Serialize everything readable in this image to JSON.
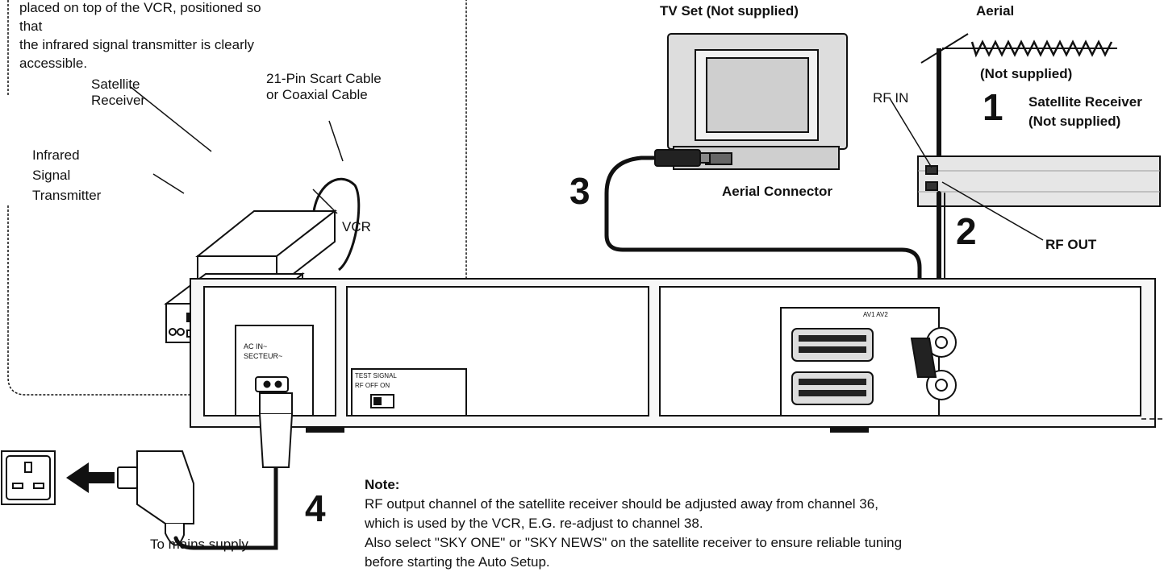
{
  "inset": {
    "text_lines": [
      "placed on top of the VCR, positioned so that",
      "the infrared signal transmitter is clearly",
      "accessible."
    ],
    "labels": {
      "satellite_receiver": [
        "Satellite",
        "Receiver"
      ],
      "cable": [
        "21-Pin Scart Cable",
        "or Coaxial Cable"
      ],
      "infrared": [
        "Infrared",
        "Signal",
        "Transmitter"
      ],
      "vcr": "VCR"
    }
  },
  "labels": {
    "tv_set": "TV Set (Not supplied)",
    "aerial": "Aerial",
    "not_supplied": "(Not supplied)",
    "rf_in": "RF IN",
    "satellite_receiver": [
      "Satellite Receiver",
      "(Not supplied)"
    ],
    "aerial_connector": "Aerial Connector",
    "rf_out": "RF OUT",
    "to_mains": "To mains supply"
  },
  "panel_labels": {
    "ac_in": "AC IN~",
    "secteur": "SECTEUR~",
    "test_signal": "TEST SIGNAL",
    "rf_off_on": "RF OFF   ON",
    "av": "AV1   AV2"
  },
  "steps": [
    "1",
    "2",
    "3",
    "4"
  ],
  "note": {
    "heading": "Note:",
    "lines": [
      "RF output channel of the satellite receiver should be adjusted away from channel 36,",
      "which is used by the VCR, E.G. re-adjust to channel 38.",
      "Also select \"SKY ONE\" or \"SKY NEWS\" on the satellite receiver to ensure reliable tuning",
      "before starting the Auto Setup."
    ]
  }
}
